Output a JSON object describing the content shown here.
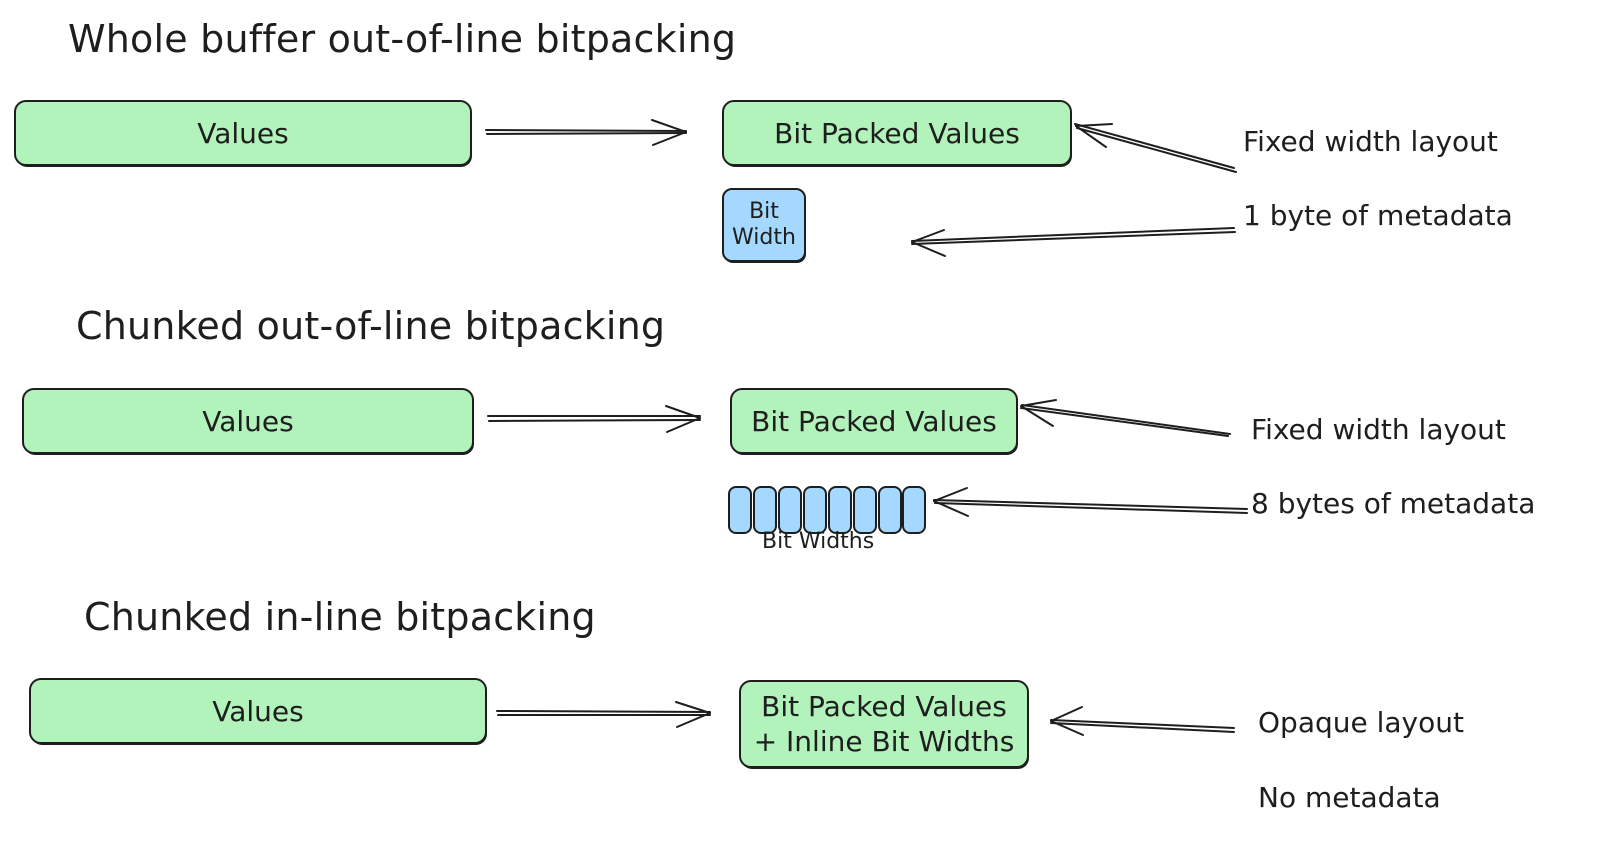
{
  "sections": [
    {
      "title": "Whole buffer out-of-line bitpacking",
      "input_label": "Values",
      "output_label": "Bit Packed Values",
      "meta_label_line1": "Bit",
      "meta_label_line2": "Width",
      "note_layout": "Fixed width layout",
      "note_metadata": "1 byte of metadata"
    },
    {
      "title": "Chunked out-of-line bitpacking",
      "input_label": "Values",
      "output_label": "Bit Packed Values",
      "meta_caption": "Bit Widths",
      "note_layout": "Fixed width layout",
      "note_metadata": "8 bytes of metadata"
    },
    {
      "title": "Chunked in-line bitpacking",
      "input_label": "Values",
      "output_label_line1": "Bit Packed Values",
      "output_label_line2": "+ Inline Bit Widths",
      "note_layout": "Opaque layout",
      "note_metadata": "No metadata"
    }
  ],
  "colors": {
    "values_fill": "#b2f2bb",
    "metadata_fill": "#a5d8ff",
    "stroke": "#1e1e1e"
  }
}
